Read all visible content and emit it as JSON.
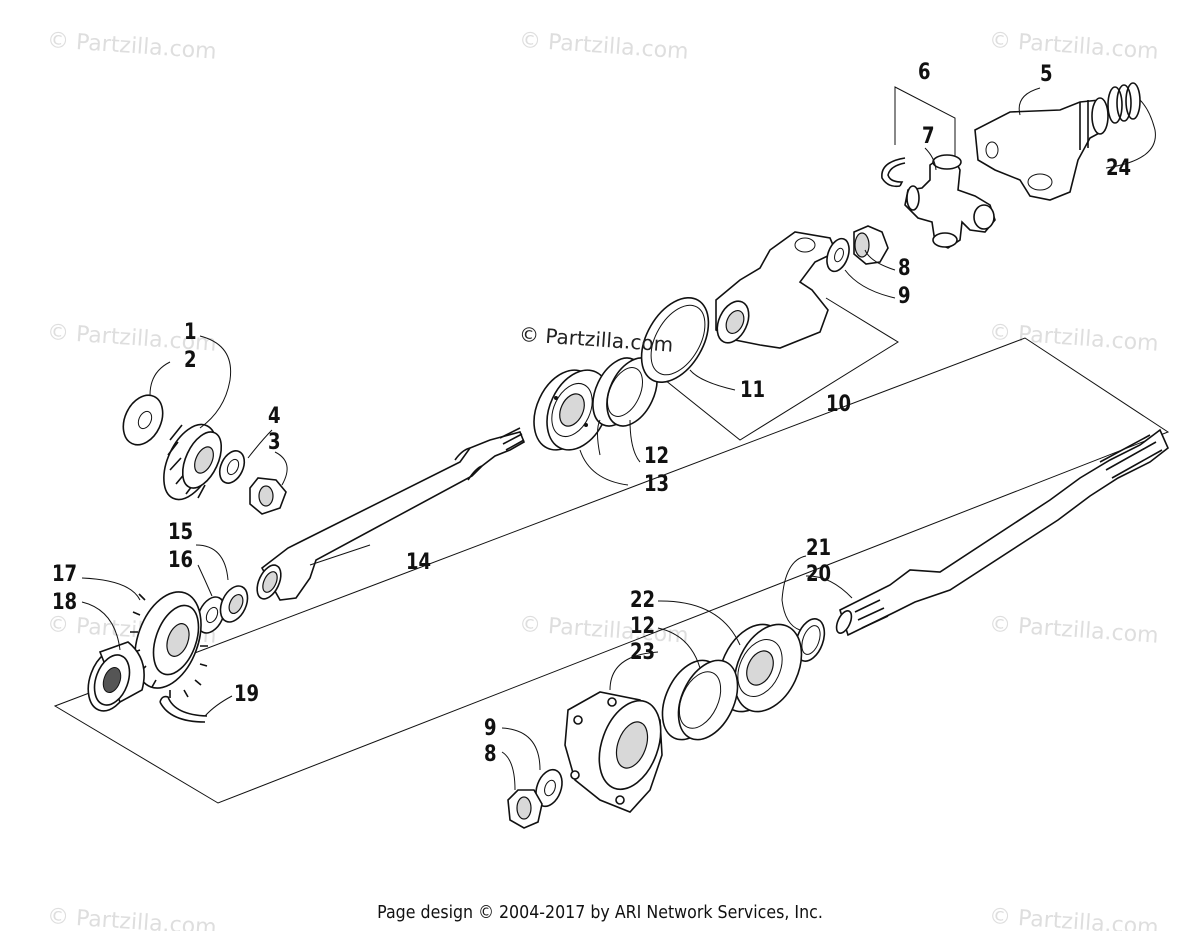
{
  "watermark": {
    "text": "© Partzilla.com",
    "center_text": "© Partzilla.com"
  },
  "callouts": {
    "c1": "1",
    "c2": "2",
    "c3": "3",
    "c4": "4",
    "c5": "5",
    "c6": "6",
    "c7": "7",
    "c8a": "8",
    "c9a": "9",
    "c10": "10",
    "c11": "11",
    "c12a": "12",
    "c13": "13",
    "c14": "14",
    "c15": "15",
    "c16": "16",
    "c17": "17",
    "c18": "18",
    "c19": "19",
    "c20": "20",
    "c21": "21",
    "c22": "22",
    "c12b": "12",
    "c23": "23",
    "c9b": "9",
    "c8b": "8",
    "c24": "24"
  },
  "footer": "Page design © 2004-2017 by ARI Network Services, Inc."
}
